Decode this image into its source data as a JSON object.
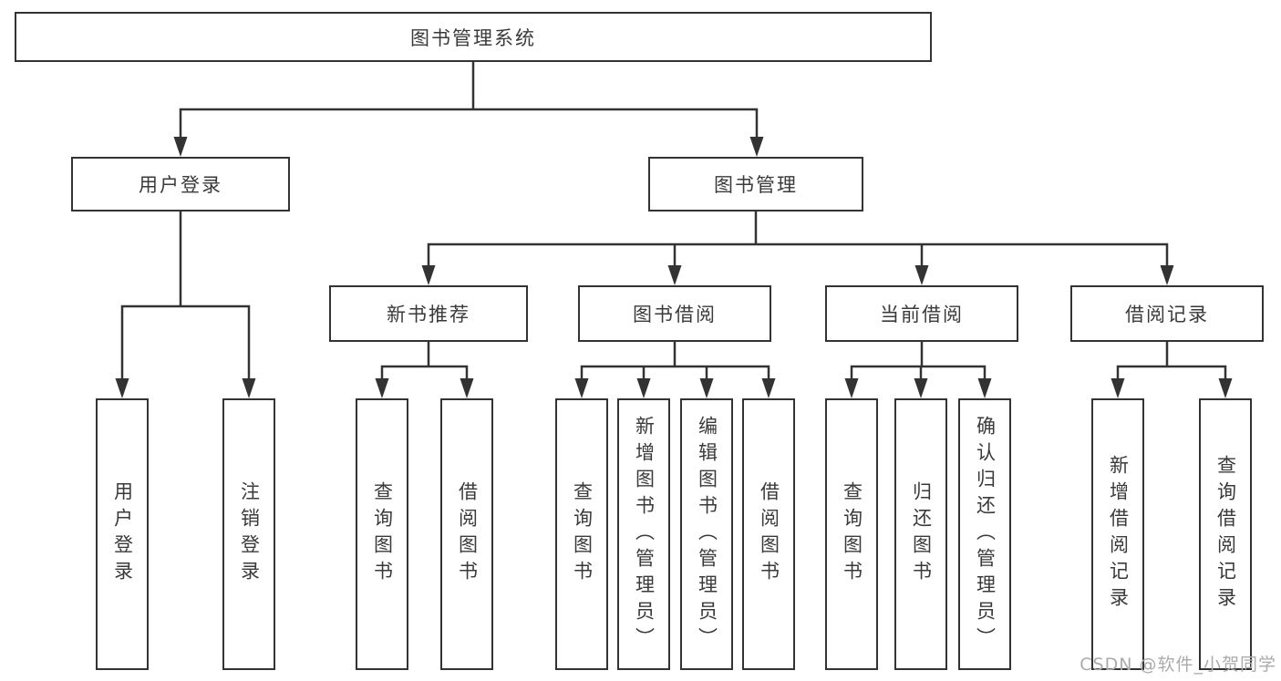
{
  "diagram": {
    "root_label": "图书管理系统",
    "branches": [
      {
        "label": "用户登录",
        "leaves": [
          "用户登录",
          "注销登录"
        ]
      },
      {
        "label": "图书管理",
        "groups": [
          {
            "label": "新书推荐",
            "leaves": [
              "查询图书",
              "借阅图书"
            ]
          },
          {
            "label": "图书借阅",
            "leaves": [
              "查询图书",
              "新增图书（管理员）",
              "编辑图书（管理员）",
              "借阅图书"
            ]
          },
          {
            "label": "当前借阅",
            "leaves": [
              "查询图书",
              "归还图书",
              "确认归还（管理员）"
            ]
          },
          {
            "label": "借阅记录",
            "leaves": [
              "新增借阅记录",
              "查询借阅记录"
            ]
          }
        ]
      }
    ],
    "colors": {
      "line": "#333333",
      "node_border": "#333333",
      "node_background": "#ffffff",
      "text": "#3a3a3a",
      "background": "#ffffff",
      "watermark": "#ababab"
    }
  },
  "watermark": "CSDN @软件_小贺同学"
}
